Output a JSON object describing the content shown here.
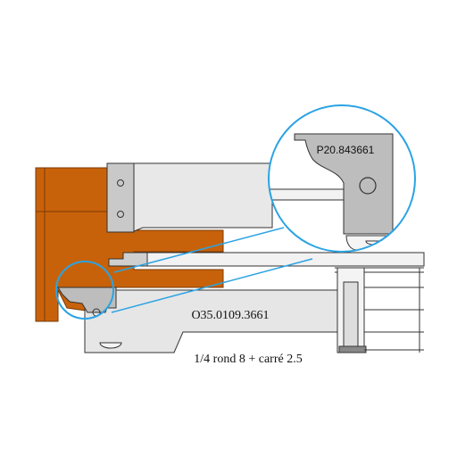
{
  "labels": {
    "part_number": "O35.0109.3661",
    "profile_description": "1/4 rond 8 + carré 2.5",
    "insert_reference": "P20.843661"
  },
  "colors": {
    "workpiece": "#C8620A",
    "tool_body": "#E6E6E6",
    "insert": "#BDBDBD",
    "callout": "#2BA3E3",
    "outline": "#333333"
  }
}
